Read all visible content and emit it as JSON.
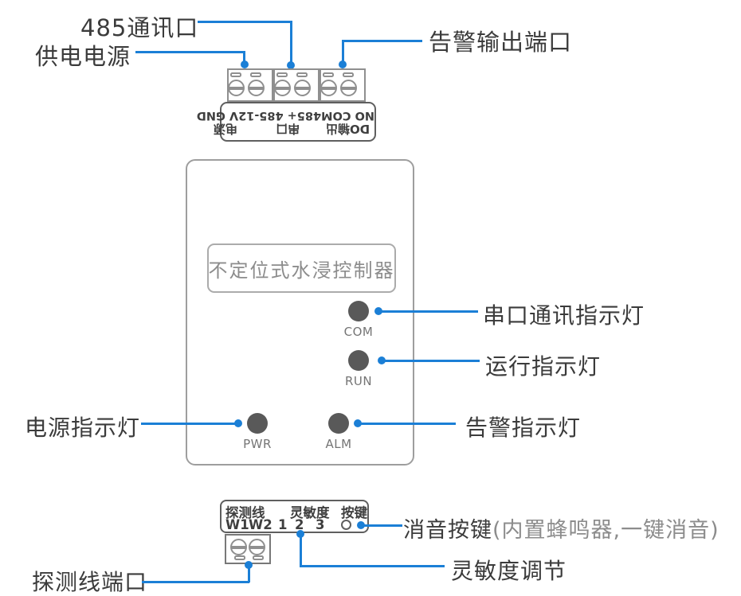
{
  "diagram_title": "不定位式水浸控制器",
  "colors": {
    "callout_line": "#1b7fd6",
    "label_text": "#3b3b3b",
    "secondary_text": "#8c8c8c",
    "led_fill": "#595959"
  },
  "callouts": {
    "comm_port": "485通讯口",
    "power_supply": "供电电源",
    "alarm_output": "告警输出端口",
    "com_led": "串口通讯指示灯",
    "run_led": "运行指示灯",
    "pwr_led": "电源指示灯",
    "alm_led": "告警指示灯",
    "mute_button": "消音按键",
    "mute_note": "(内置蜂鸣器,一键消音)",
    "sensitivity": "灵敏度调节",
    "detect_port": "探测线端口"
  },
  "device": {
    "title": "不定位式水浸控制器",
    "leds": [
      {
        "id": "com",
        "label": "COM"
      },
      {
        "id": "run",
        "label": "RUN"
      },
      {
        "id": "pwr",
        "label": "PWR"
      },
      {
        "id": "alm",
        "label": "ALM"
      }
    ]
  },
  "top_terminal": {
    "groups": [
      {
        "pins": "NO COM",
        "name": "DO输出"
      },
      {
        "pins": "485+ 485-",
        "name": "串口"
      },
      {
        "pins": "12V GND",
        "name": "电源"
      }
    ]
  },
  "bottom_panel": {
    "row1": [
      "探测线",
      "灵敏度",
      "按键"
    ],
    "row2": [
      "W1",
      "W2",
      "1",
      "2",
      "3"
    ]
  }
}
